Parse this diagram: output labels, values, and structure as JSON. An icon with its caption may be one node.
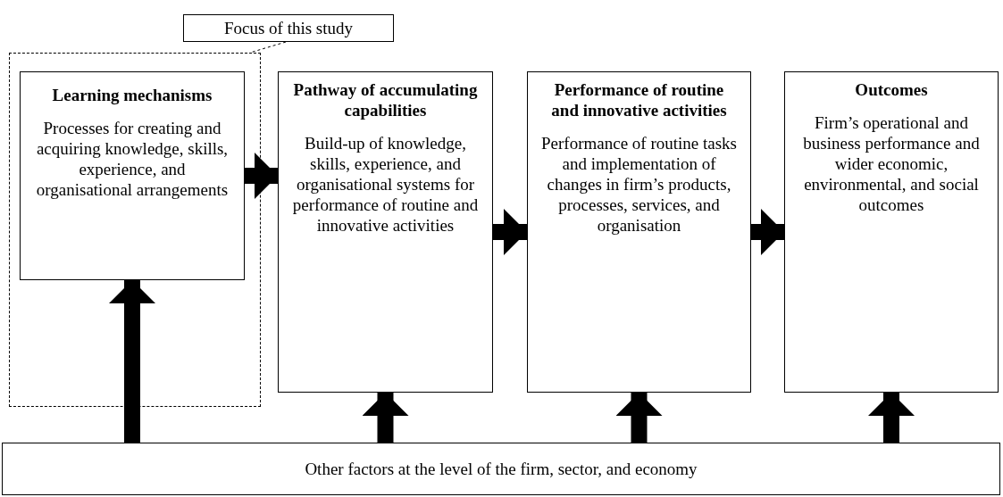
{
  "diagram": {
    "nodes": [
      {
        "text": [
          "Focus of this study"
        ]
      },
      {
        "text": [],
        "shape": "box"
      },
      {
        "text": [
          "Learning mechanisms",
          "Processes for creating and acquiring knowledge, skills, experience, and organisational arrangements"
        ],
        "in": 1
      },
      {
        "text": [
          "Pathway of accumulating capabilities",
          "Build-up of knowledge, skills, experience, and organisational systems for performance of routine and innovative activities"
        ]
      },
      {
        "text": [
          "Performance of routine and innovative activities",
          "Performance of routine tasks and implementation of changes in firm’s products, processes, services, and organisation"
        ]
      },
      {
        "text": [
          "Outcomes",
          "Firm’s operational and business performance and wider economic, environmental, and social outcomes"
        ]
      },
      {
        "text": [
          "Other factors at the level of the firm, sector, and economy"
        ]
      }
    ],
    "edges": [
      {
        "from": 0,
        "to": 1,
        "arrow": "none",
        "style": "dashed"
      },
      {
        "from": 2,
        "to": 3,
        "arrow": "to"
      },
      {
        "from": 3,
        "to": 4,
        "arrow": "to"
      },
      {
        "from": 4,
        "to": 5,
        "arrow": "to"
      },
      {
        "from": 6,
        "to": 2,
        "arrow": "to"
      },
      {
        "from": 6,
        "to": 3,
        "arrow": "to"
      },
      {
        "from": 6,
        "to": 4,
        "arrow": "to"
      },
      {
        "from": 6,
        "to": 5,
        "arrow": "to"
      }
    ]
  }
}
